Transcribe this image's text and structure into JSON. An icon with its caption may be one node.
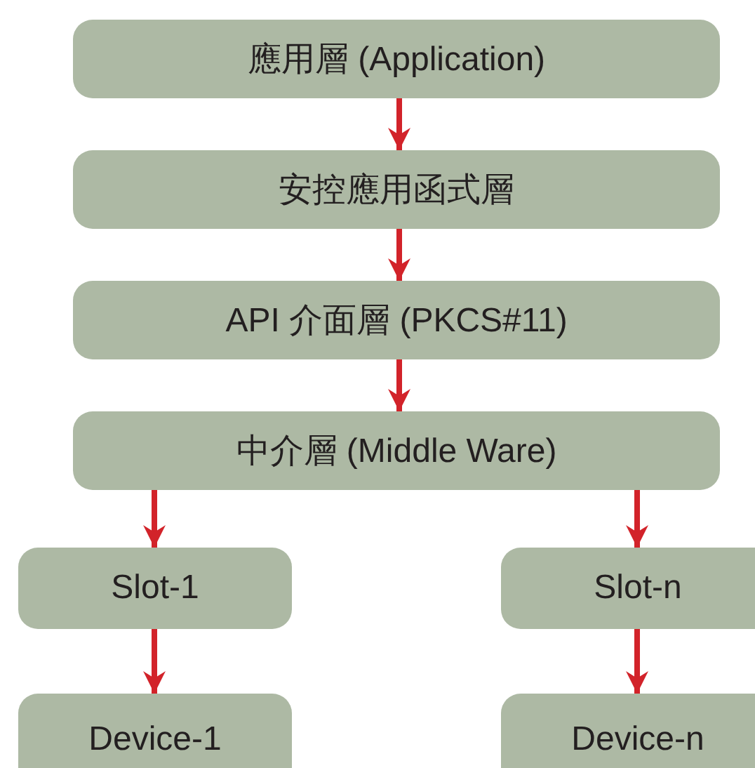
{
  "diagram": {
    "nodes": [
      {
        "text": [
          "應用層 (Application)"
        ]
      },
      {
        "text": [
          "安控應用函式層"
        ]
      },
      {
        "text": [
          "API 介面層 (PKCS#11)"
        ]
      },
      {
        "text": [
          "中介層 (Middle Ware)"
        ]
      },
      {
        "text": [
          "Slot-1"
        ]
      },
      {
        "text": [
          "Slot-n"
        ]
      },
      {
        "text": [
          "Device-1"
        ]
      },
      {
        "text": [
          "Device-n"
        ]
      }
    ],
    "edges": [
      {
        "from": 0,
        "to": 1,
        "arrow": "to"
      },
      {
        "from": 1,
        "to": 2,
        "arrow": "to"
      },
      {
        "from": 2,
        "to": 3,
        "arrow": "to"
      },
      {
        "from": 3,
        "to": 4,
        "arrow": "to"
      },
      {
        "from": 3,
        "to": 5,
        "arrow": "to"
      },
      {
        "from": 4,
        "to": 6,
        "arrow": "to"
      },
      {
        "from": 5,
        "to": 7,
        "arrow": "to"
      }
    ]
  }
}
